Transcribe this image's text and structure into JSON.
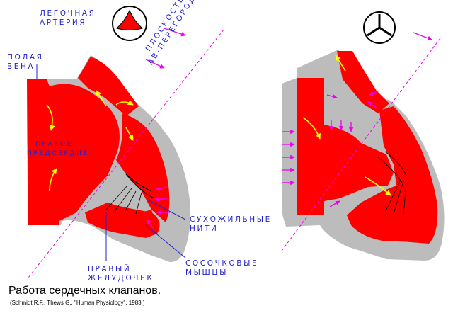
{
  "labels": {
    "pulmonary_artery": [
      "ЛЕГОЧНАЯ",
      "АРТЕРИЯ"
    ],
    "vena": [
      "ПОЛАЯ",
      "ВЕНА"
    ],
    "atrium": [
      "ПРАВОЕ",
      "ПРЕДСЕРДИЕ"
    ],
    "plane": [
      "ПЛОСКОСТЬ",
      "АВ-ПЕРЕГОРОДКИ"
    ],
    "chordae": [
      "СУХОЖИЛЬНЫЕ",
      "НИТИ"
    ],
    "papillary": [
      "СОСОЧКОВЫЕ",
      "МЫШЦЫ"
    ],
    "ventricle": [
      "ПРАВЫЙ",
      "ЖЕЛУДОЧЕК"
    ]
  },
  "caption": "Работа сердечных клапанов.",
  "citation": "(Schmidt R.F., Thews G., \"Human Physiology\", 1983.)",
  "colors": {
    "blood": "#ff0000",
    "wall": "#bcbcbc",
    "text": "#2222cc",
    "arrow_inflow": "#ffff00",
    "arrow_pressure": "#ee00ee",
    "chordae_line": "#000080"
  },
  "icons": [
    "valve-open-icon",
    "valve-closed-icon"
  ]
}
